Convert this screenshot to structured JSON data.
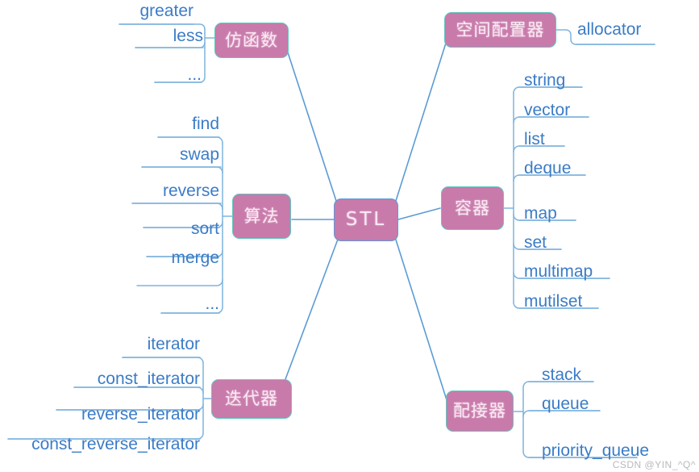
{
  "diagram": {
    "title": "STL",
    "watermark": "CSDN @YIN_^Q^",
    "colors": {
      "node_fill": "#c87aab",
      "node_border": "#63c6c0",
      "root_border": "#5b9bd5",
      "node_text": "#fbe8f3",
      "leaf_text": "#3b7cc6",
      "connector": "#5b9bd5",
      "background": "#ffffff"
    },
    "root": {
      "label": "STL"
    },
    "branches": [
      {
        "id": "functor",
        "label": "仿函数",
        "side": "left",
        "children": [
          {
            "label": "greater"
          },
          {
            "label": "less"
          },
          {
            "label": "..."
          }
        ]
      },
      {
        "id": "allocator",
        "label": "空间配置器",
        "side": "right",
        "children": [
          {
            "label": "allocator"
          }
        ]
      },
      {
        "id": "algorithm",
        "label": "算法",
        "side": "left",
        "children": [
          {
            "label": "find"
          },
          {
            "label": "swap"
          },
          {
            "label": "reverse"
          },
          {
            "label": "sort"
          },
          {
            "label": "merge"
          },
          {
            "label": "..."
          }
        ]
      },
      {
        "id": "container",
        "label": "容器",
        "side": "right",
        "children": [
          {
            "label": "string"
          },
          {
            "label": "vector"
          },
          {
            "label": "list"
          },
          {
            "label": "deque"
          },
          {
            "label": "map"
          },
          {
            "label": "set"
          },
          {
            "label": "multimap"
          },
          {
            "label": "mutilset"
          }
        ]
      },
      {
        "id": "iterator",
        "label": "迭代器",
        "side": "left",
        "children": [
          {
            "label": "iterator"
          },
          {
            "label": "const_iterator"
          },
          {
            "label": "reverse_iterator"
          },
          {
            "label": "const_reverse_iterator"
          }
        ]
      },
      {
        "id": "adapter",
        "label": "配接器",
        "side": "right",
        "children": [
          {
            "label": "stack"
          },
          {
            "label": "queue"
          },
          {
            "label": "priority_queue"
          }
        ]
      }
    ]
  }
}
